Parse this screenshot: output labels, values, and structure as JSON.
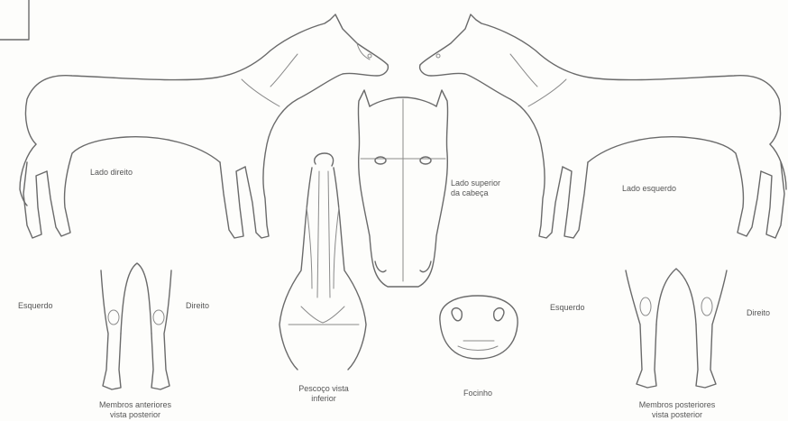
{
  "labels": {
    "right_side": "Lado direito",
    "left_side": "Lado esquerdo",
    "head_front_1": "Lado superior",
    "head_front_2": "da cabeça",
    "neck_1": "Pescoço vista",
    "neck_2": "inferior",
    "muzzle": "Focinho",
    "front_left": "Esquerdo",
    "front_right": "Direito",
    "front_caption_1": "Membros anteriores",
    "front_caption_2": "vista posterior",
    "rear_left": "Esquerdo",
    "rear_right": "Direito",
    "rear_caption_1": "Membros posteriores",
    "rear_caption_2": "vista posterior"
  }
}
